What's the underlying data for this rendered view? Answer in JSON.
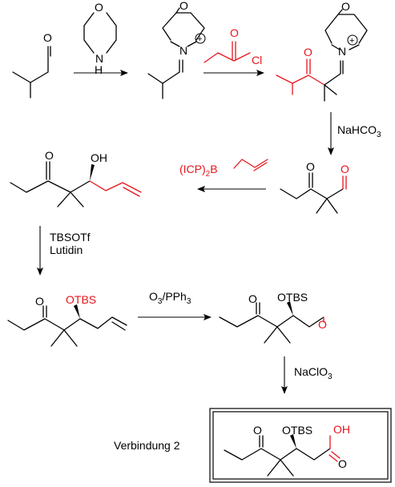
{
  "atoms": {
    "O": "O",
    "N": "N",
    "H": "H",
    "Cl": "Cl",
    "OH": "OH",
    "B": "B",
    "OTBS": "OTBS",
    "charge": "+"
  },
  "reagents": {
    "nahco3": "NaHCO",
    "nahco3_sub": "3",
    "icp_open": "(ICP)",
    "icp_sub": "2",
    "tbsotf": "TBSOTf",
    "lutidin": "Lutidin",
    "o3_a": "O",
    "o3_a_sub": "3",
    "o3_b": "/PPh",
    "o3_b_sub": "3",
    "naclo3": "NaClO",
    "naclo3_sub": "3"
  },
  "compound_label": "Verbindung 2",
  "colors": {
    "black": "#000000",
    "red": "#e8141c"
  }
}
